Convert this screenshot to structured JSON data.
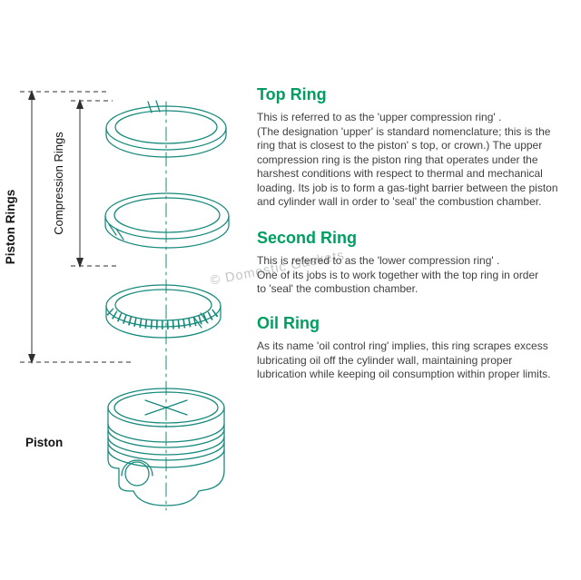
{
  "colors": {
    "heading": "#009e60",
    "line_art": "#15897b",
    "dimension": "#2f2f2f",
    "body_text": "#404040",
    "watermark": "#8f9596"
  },
  "diagram": {
    "labels": {
      "piston_rings": "Piston Rings",
      "compression_rings": "Compression Rings",
      "piston": "Piston"
    }
  },
  "watermark": {
    "text": "© Domestic Gaskets"
  },
  "sections": [
    {
      "heading": "Top Ring",
      "body": "This is referred to as the 'upper compression ring' .\n(The designation 'upper' is standard nomenclature; this is the\nring that is closest to the piston' s top, or crown.) The upper\ncompression ring is the piston ring that operates under the\nharshest  conditions with respect to thermal and mechanical\nloading. Its job is to form a gas-tight barrier between the piston\nand cylinder wall in order to 'seal' the combustion chamber."
    },
    {
      "heading": "Second Ring",
      "body": "This is referred to as the 'lower compression ring' .\nOne of its jobs is to work together with the top ring in order\nto 'seal' the combustion chamber."
    },
    {
      "heading": "Oil Ring",
      "body": "As its name 'oil control ring' implies, this ring scrapes excess\nlubricating oil off the cylinder wall, maintaining proper\nlubrication while keeping oil consumption within proper limits."
    }
  ]
}
